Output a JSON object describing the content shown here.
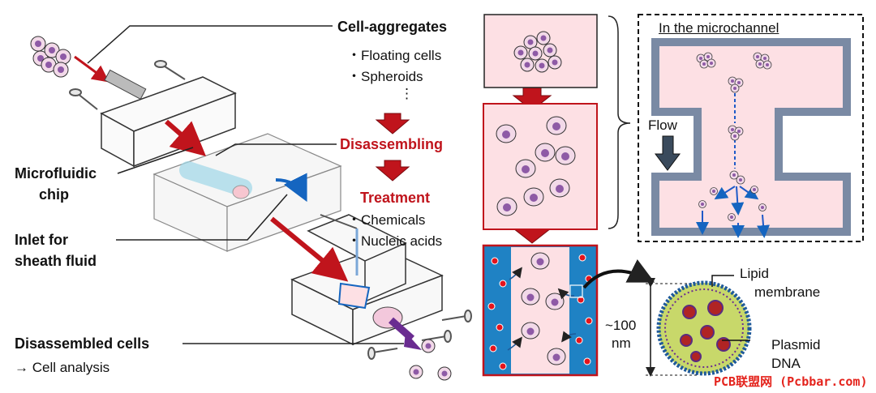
{
  "labels": {
    "cell_aggregates": "Cell-aggregates",
    "floating_cells": "・Floating cells",
    "spheroids": "・Spheroids",
    "ellipsis": "⋮",
    "disassembling": "Disassembling",
    "treatment": "Treatment",
    "chemicals": "・Chemicals",
    "nucleic_acids": "・Nucleic acids",
    "microfluidic": "Microfluidic",
    "chip": "chip",
    "inlet_for": "Inlet for",
    "sheath_fluid": "sheath fluid",
    "disassembled_cells": "Disassembled cells",
    "cell_analysis": "→ Cell analysis",
    "in_microchannel": "In the microchannel",
    "flow": "Flow",
    "lipid": "Lipid",
    "membrane": "membrane",
    "size_value": "~100",
    "size_unit": "nm",
    "plasmid": "Plasmid",
    "dna": "DNA"
  },
  "watermark": "PCB联盟网 (Pcbbar.com)",
  "colors": {
    "accent_red": "#c0141c",
    "channel_pink": "#fde0e4",
    "sheath_blue": "#1f82c4",
    "cell_fill": "#f2d9e8",
    "nucleus": "#8e5aa6",
    "lipid_green": "#c8d86a",
    "wall_gray": "#a9b4c6"
  }
}
